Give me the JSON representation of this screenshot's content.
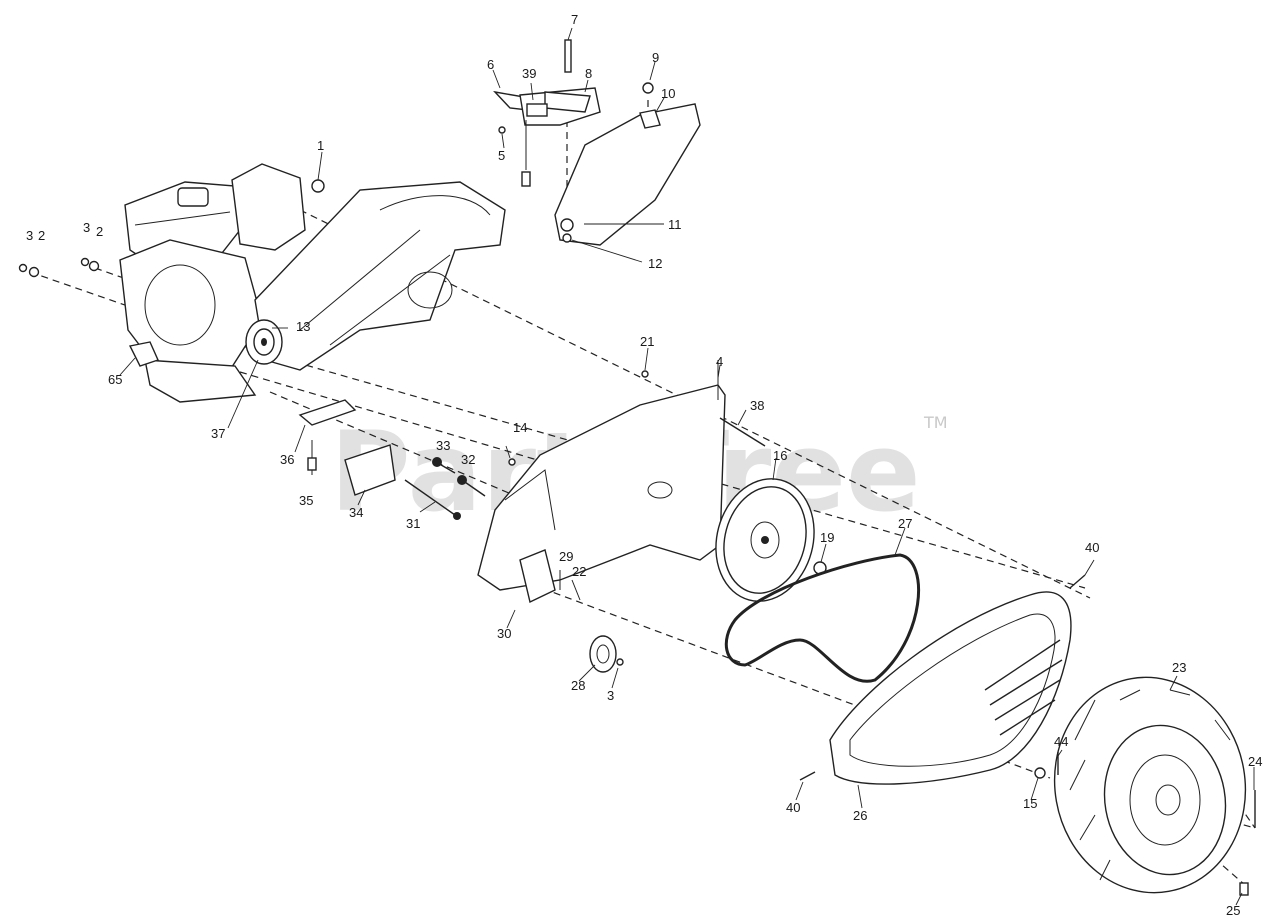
{
  "watermark": {
    "brand": "PartsTree",
    "trademark": "TM"
  },
  "callouts": [
    {
      "id": "c1",
      "label": "1"
    },
    {
      "id": "c2a",
      "label": "2"
    },
    {
      "id": "c2b",
      "label": "2"
    },
    {
      "id": "c3a",
      "label": "3"
    },
    {
      "id": "c3b",
      "label": "3"
    },
    {
      "id": "c3c",
      "label": "3"
    },
    {
      "id": "c4",
      "label": "4"
    },
    {
      "id": "c5",
      "label": "5"
    },
    {
      "id": "c6",
      "label": "6"
    },
    {
      "id": "c7",
      "label": "7"
    },
    {
      "id": "c8",
      "label": "8"
    },
    {
      "id": "c9",
      "label": "9"
    },
    {
      "id": "c10",
      "label": "10"
    },
    {
      "id": "c11",
      "label": "11"
    },
    {
      "id": "c12",
      "label": "12"
    },
    {
      "id": "c13",
      "label": "13"
    },
    {
      "id": "c14",
      "label": "14"
    },
    {
      "id": "c15",
      "label": "15"
    },
    {
      "id": "c16",
      "label": "16"
    },
    {
      "id": "c19",
      "label": "19"
    },
    {
      "id": "c21",
      "label": "21"
    },
    {
      "id": "c22",
      "label": "22"
    },
    {
      "id": "c23",
      "label": "23"
    },
    {
      "id": "c24",
      "label": "24"
    },
    {
      "id": "c25",
      "label": "25"
    },
    {
      "id": "c26",
      "label": "26"
    },
    {
      "id": "c27",
      "label": "27"
    },
    {
      "id": "c28",
      "label": "28"
    },
    {
      "id": "c29",
      "label": "29"
    },
    {
      "id": "c30",
      "label": "30"
    },
    {
      "id": "c31",
      "label": "31"
    },
    {
      "id": "c32",
      "label": "32"
    },
    {
      "id": "c33",
      "label": "33"
    },
    {
      "id": "c34",
      "label": "34"
    },
    {
      "id": "c35",
      "label": "35"
    },
    {
      "id": "c36",
      "label": "36"
    },
    {
      "id": "c37",
      "label": "37"
    },
    {
      "id": "c38",
      "label": "38"
    },
    {
      "id": "c39",
      "label": "39"
    },
    {
      "id": "c40a",
      "label": "40"
    },
    {
      "id": "c40b",
      "label": "40"
    },
    {
      "id": "c44",
      "label": "44"
    },
    {
      "id": "c65",
      "label": "65"
    }
  ]
}
